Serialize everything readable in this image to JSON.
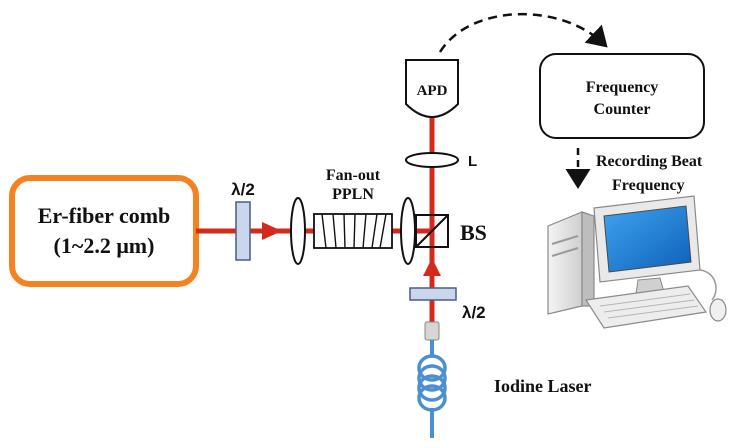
{
  "labels": {
    "comb_line1": "Er-fiber comb",
    "comb_line2": "(1~2.2 μm)",
    "half_wave_top": "λ/2",
    "half_wave_bottom": "λ/2",
    "ppln_line1": "Fan-out",
    "ppln_line2": "PPLN",
    "apd": "APD",
    "lens": "L",
    "beam_splitter": "BS",
    "counter_line1": "Frequency",
    "counter_line2": "Counter",
    "recording_line1": "Recording Beat",
    "recording_line2": "Frequency",
    "iodine_laser": "Iodine Laser"
  },
  "colors": {
    "comb_border": "#f58220",
    "beam": "#d42a1e",
    "fiber": "#4a8fd0",
    "waveplate_fill": "#c9d6ec",
    "waveplate_stroke": "#4a5d86",
    "monitor_screen": "#1f7fd8"
  },
  "icons": [
    "computer-icon",
    "fiber-coil-icon",
    "dashed-arrow"
  ]
}
